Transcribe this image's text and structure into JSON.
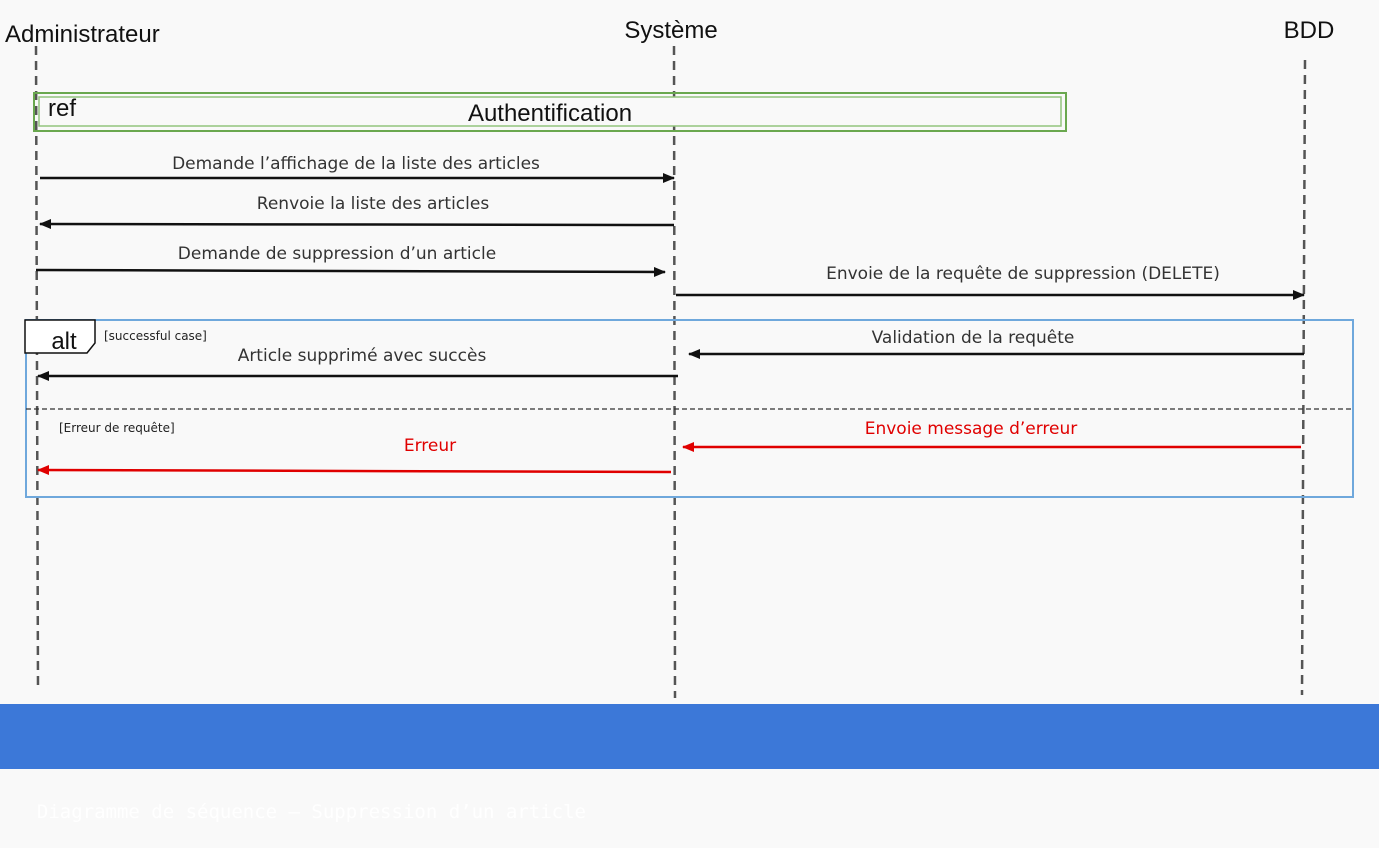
{
  "actors": {
    "admin": "Administrateur",
    "system": "Système",
    "db": "BDD"
  },
  "ref_frame": {
    "tag": "ref",
    "label": "Authentification"
  },
  "messages": {
    "m1": "Demande l’affichage de la liste des articles",
    "m2": "Renvoie la liste des articles",
    "m3": "Demande de suppression  d’un article",
    "m4": "Envoie de la requête de suppression (DELETE)",
    "m5": "Validation de la requête",
    "m6": "Article supprimé avec succès",
    "m7": "Envoie message d’erreur",
    "m8": "Erreur"
  },
  "alt_frame": {
    "tag": "alt",
    "guard_success": "[successful case]",
    "guard_error": "[Erreur de requête]"
  },
  "footer": {
    "caption": "Diagramme de séquence – Suppression d’un article"
  },
  "colors": {
    "ref_border": "#6aa84f",
    "alt_border": "#6fa8dc",
    "error": "#e00000",
    "footer_bg": "#3c78d8"
  }
}
